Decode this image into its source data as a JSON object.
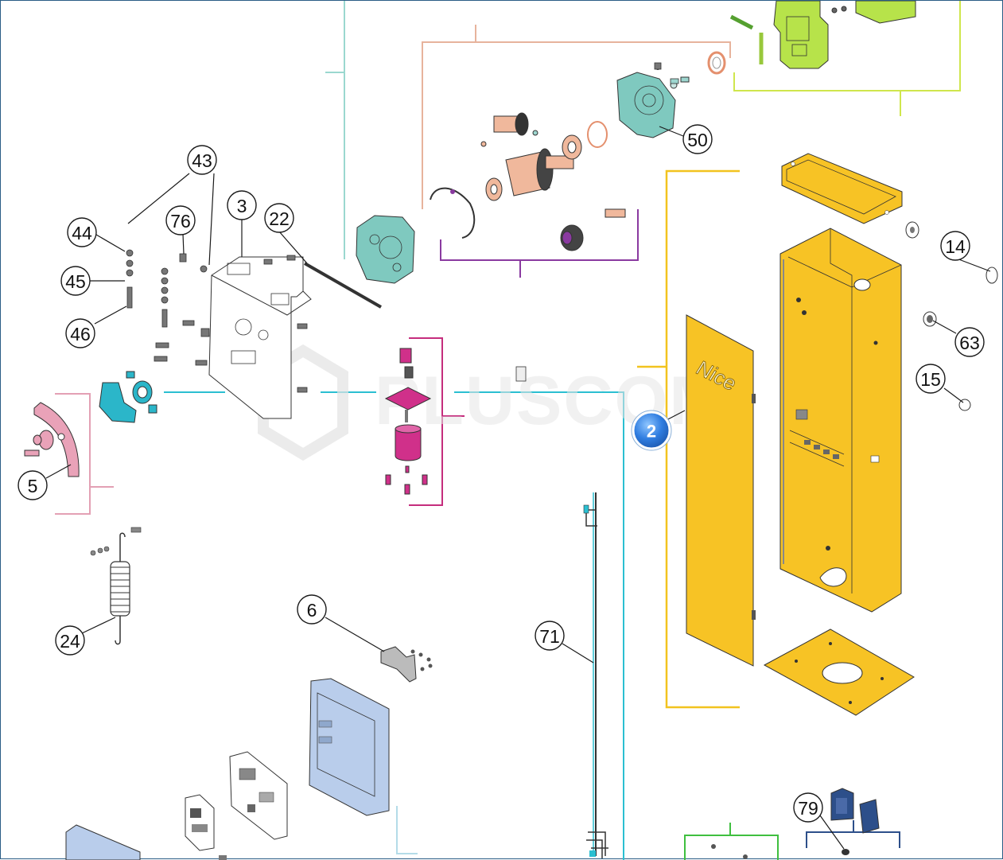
{
  "diagram": {
    "brand_label": "Nice",
    "watermark": "PLUSCOM",
    "assembly_badge": "2",
    "callouts": [
      "43",
      "44",
      "45",
      "46",
      "76",
      "3",
      "22",
      "50",
      "14",
      "63",
      "15",
      "5",
      "24",
      "6",
      "71",
      "79"
    ],
    "colors": {
      "housing_yellow": "#f7c325",
      "gearbox_teal": "#7fc9bf",
      "motor_magenta": "#d0308a",
      "cover_blue": "#b9cdeb",
      "lime_group": "#b7e34a",
      "pink_part": "#e9a2b8",
      "teal_group_line": "#2bbfd1",
      "purple_group_line": "#8a3aa0"
    }
  }
}
